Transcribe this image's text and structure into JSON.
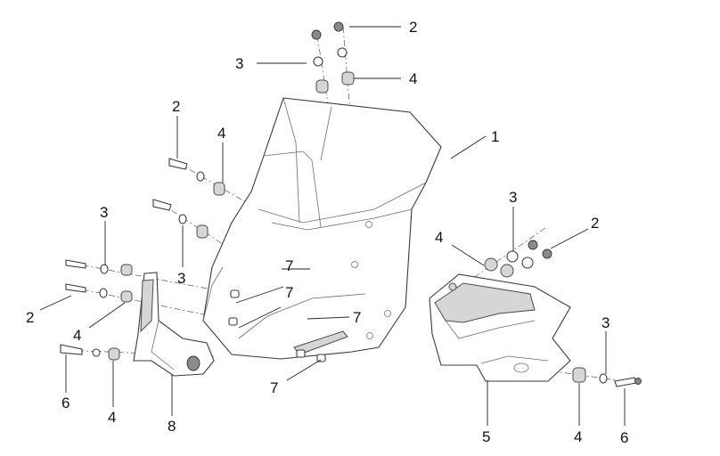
{
  "callouts": {
    "windscreen": "1",
    "screw_top_left": "2",
    "screw_top_right": "2",
    "screw_left_upper": "2",
    "screw_left_lower": "2",
    "screw_right": "2",
    "washer_top": "3",
    "washer_left_upper": "3",
    "washer_left_mid": "3",
    "washer_right_lower": "3",
    "washer_right_upper": "3",
    "grommet_top": "4",
    "grommet_left_upper": "4",
    "grommet_left_lower": "4",
    "grommet_bracket_left": "4",
    "grommet_right_upper": "4",
    "grommet_bracket_right": "4",
    "bracket_right": "5",
    "bolt_left": "6",
    "bolt_right": "6",
    "nut_a": "7",
    "nut_b": "7",
    "nut_c": "7",
    "nut_d": "7",
    "bracket_left": "8"
  }
}
